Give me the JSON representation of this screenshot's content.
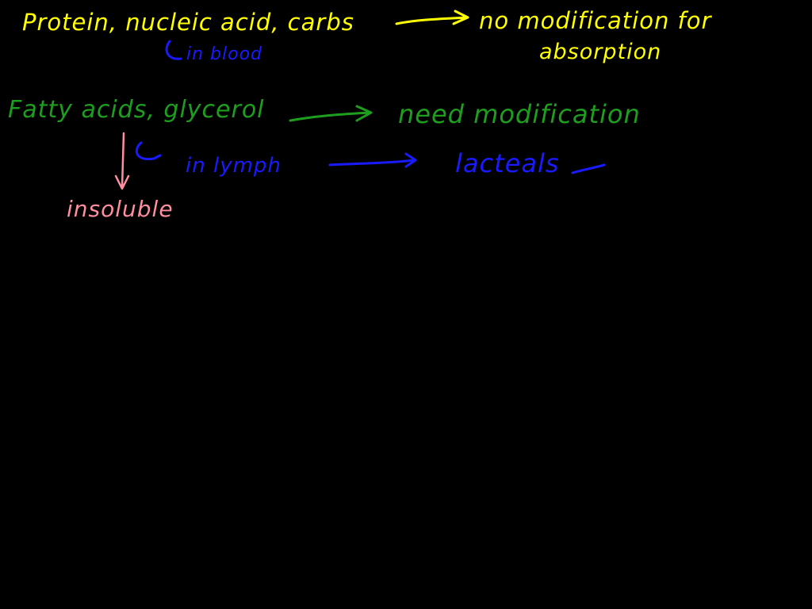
{
  "notes": {
    "line1_left": "Protein, nucleic acid, carbs",
    "line1_right": "no modification for",
    "line1_right_cont": "absorption",
    "line1_sub": "in blood",
    "line2_left": "Fatty acids, glycerol",
    "line2_right": "need modification",
    "line2_sub": "in lymph",
    "line2_sub_right": "lacteals",
    "line3": "insoluble"
  },
  "colors": {
    "background": "#000000",
    "yellow": "#ffff00",
    "blue": "#1a1aff",
    "green": "#1e9e1e",
    "pink": "#ff8fa0"
  }
}
